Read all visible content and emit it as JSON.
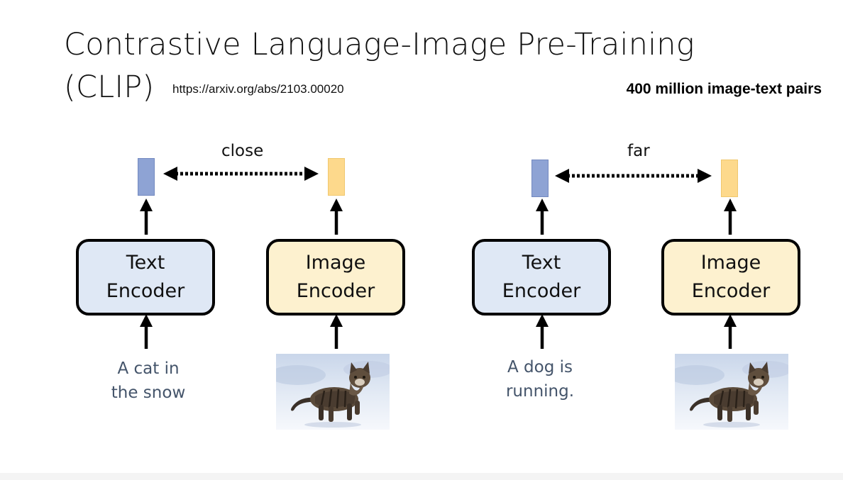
{
  "title": {
    "line1": "Contrastive Language-Image Pre-Training",
    "line2": "(CLIP)"
  },
  "url": "https://arxiv.org/abs/2103.00020",
  "dataset_note": "400 million image-text pairs",
  "left_panel": {
    "relation": "close",
    "text_encoder": {
      "line1": "Text",
      "line2": "Encoder"
    },
    "image_encoder": {
      "line1": "Image",
      "line2": "Encoder"
    },
    "caption": {
      "line1": "A cat in",
      "line2": "the snow"
    },
    "image": "cat-in-snow"
  },
  "right_panel": {
    "relation": "far",
    "text_encoder": {
      "line1": "Text",
      "line2": "Encoder"
    },
    "image_encoder": {
      "line1": "Image",
      "line2": "Encoder"
    },
    "caption": {
      "line1": "A dog is",
      "line2": "running."
    },
    "image": "cat-in-snow"
  },
  "colors": {
    "text_encoder_fill": "#dfe8f5",
    "image_encoder_fill": "#fdf1cf",
    "text_embedding": "#8ea3d4",
    "image_embedding": "#fdd98c",
    "caption_text": "#44546a"
  }
}
